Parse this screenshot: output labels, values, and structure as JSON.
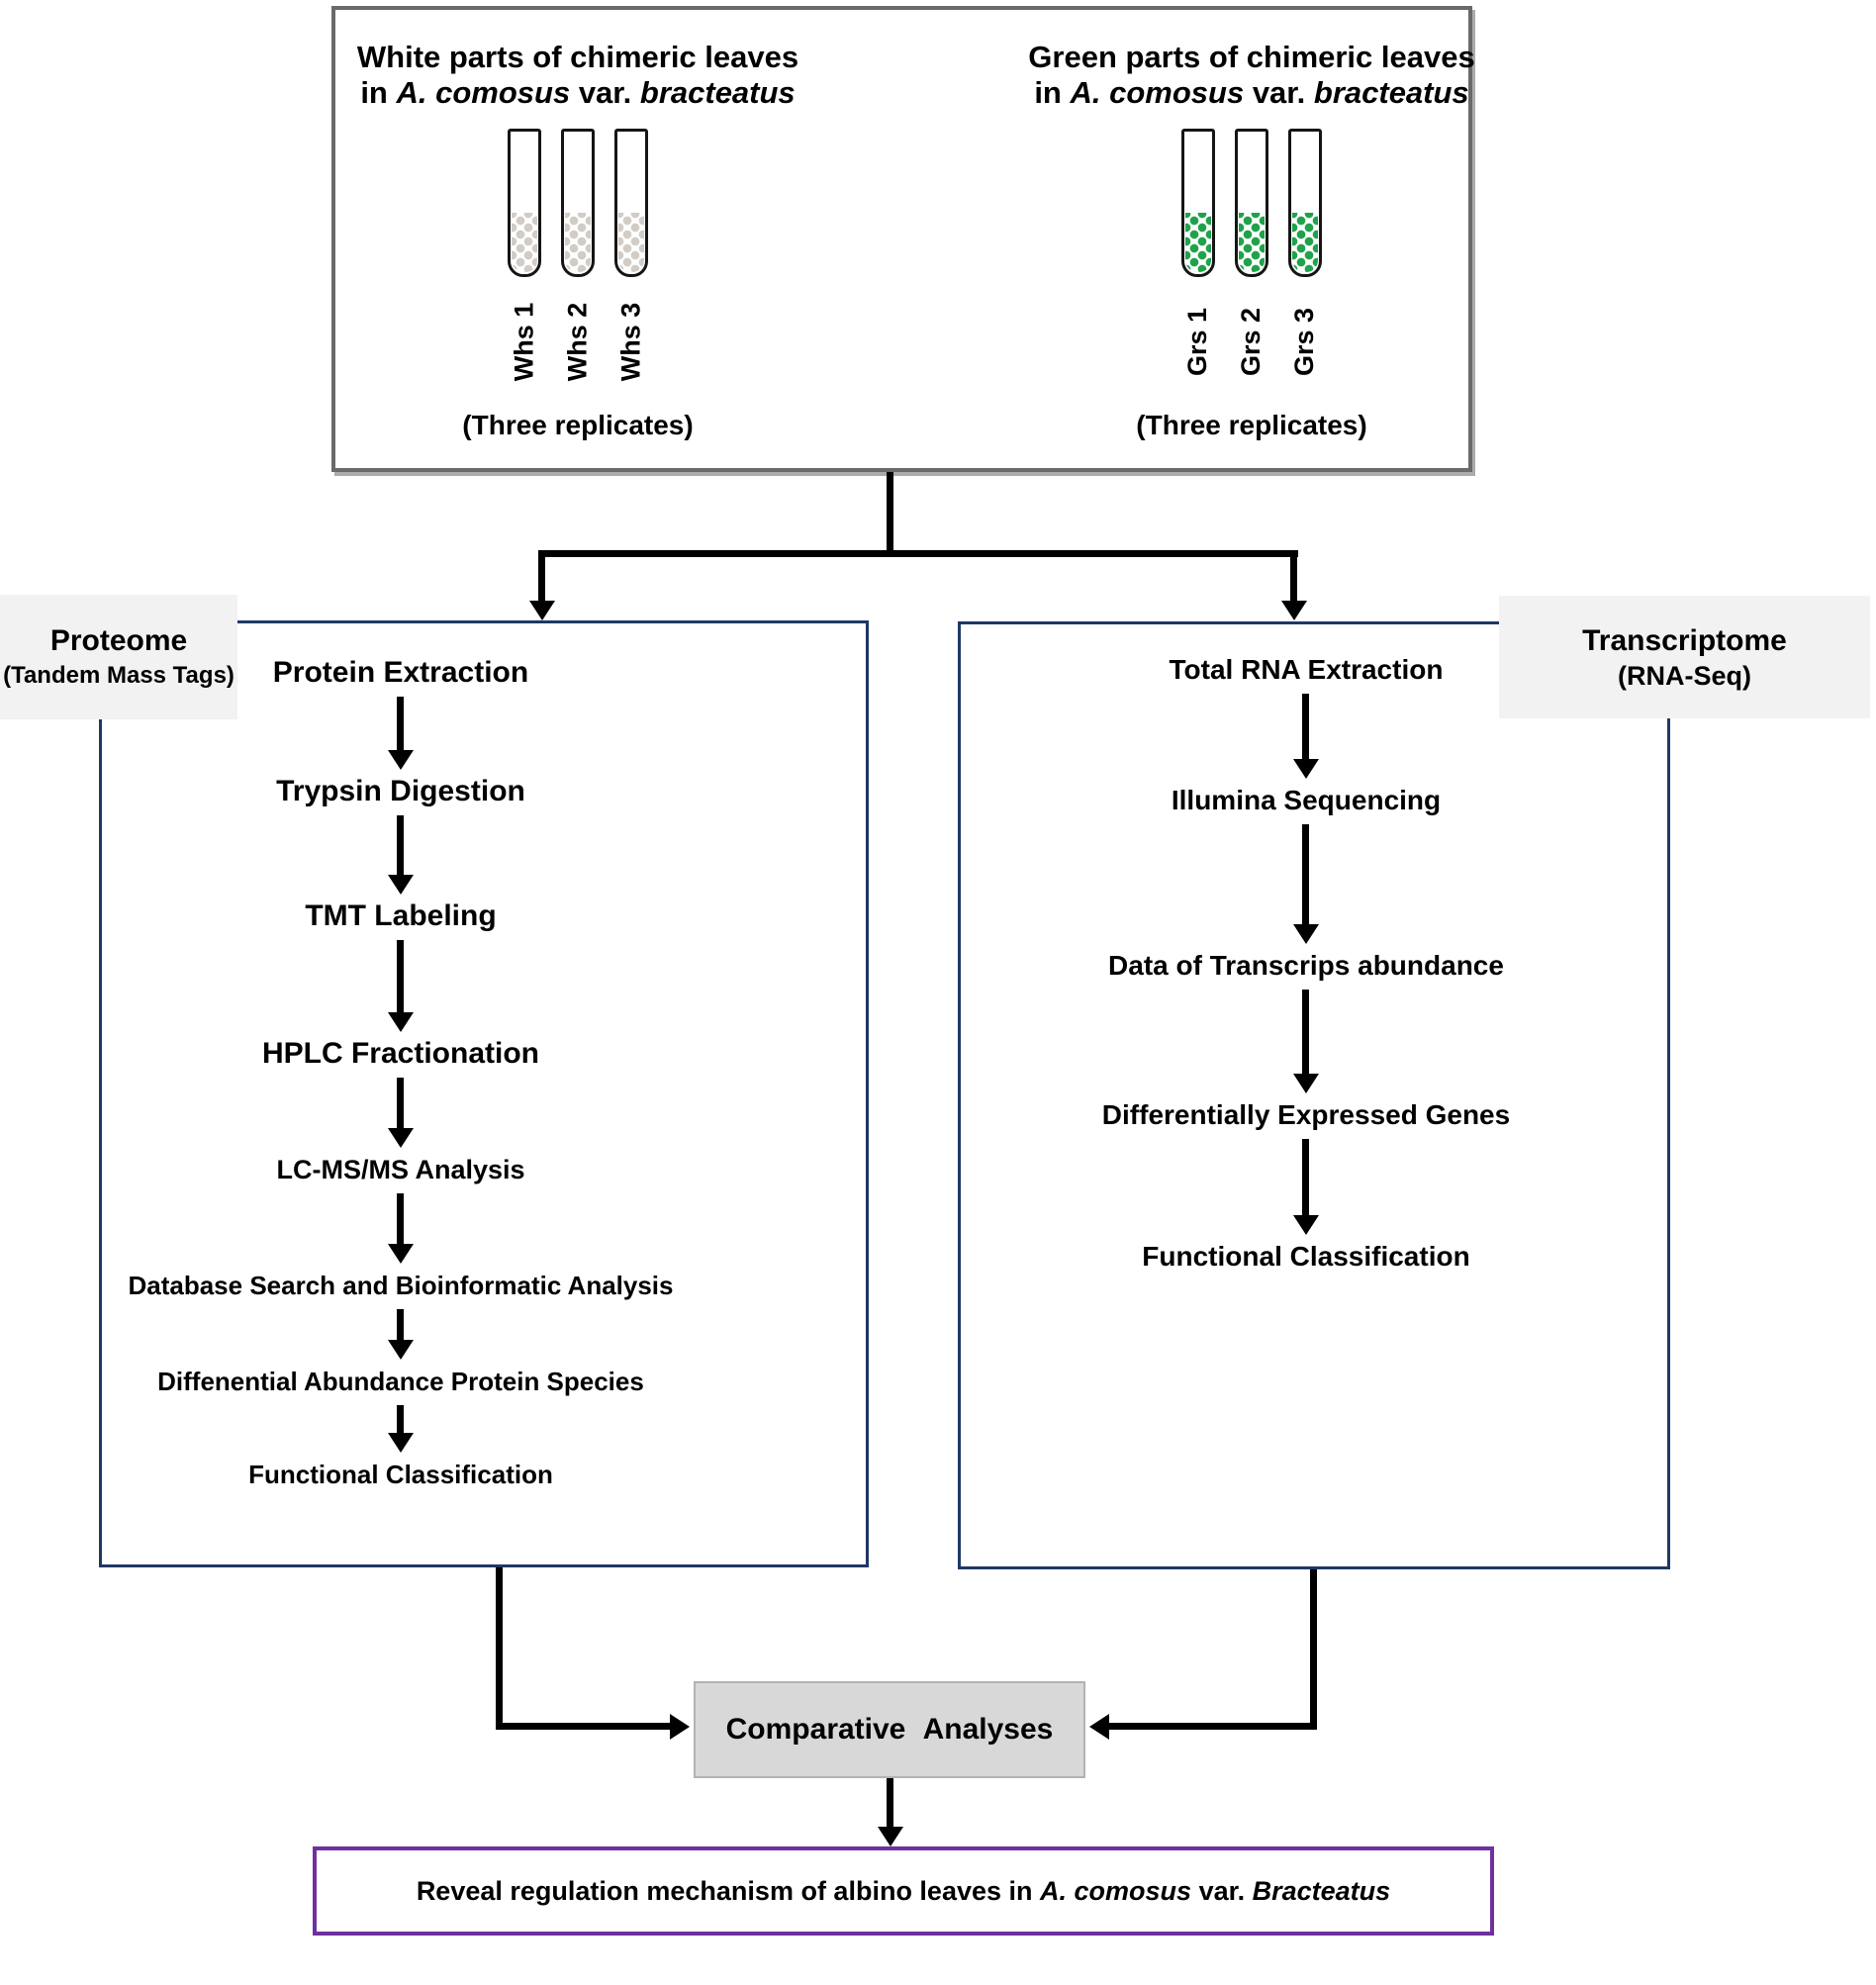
{
  "colors": {
    "blue": "#1f3864",
    "purple": "#7030a0",
    "top_border": "#6a6a6a",
    "label_bg": "#f2f2f2",
    "comp_bg": "#d8d8d8",
    "white_dots": "#d2ccc6",
    "green_dots": "#1fa24a",
    "arrow": "#000000"
  },
  "top_box": {
    "left_group": {
      "title_line1": "White parts of chimeric leaves",
      "title_line2": {
        "prefix": "in ",
        "species": "A. comosus",
        "mid": " var. ",
        "variety": "bracteatus"
      },
      "samples": [
        "Whs 1",
        "Whs 2",
        "Whs 3"
      ],
      "note": "(Three replicates)"
    },
    "right_group": {
      "title_line1": "Green parts of chimeric leaves",
      "title_line2": {
        "prefix": "in ",
        "species": "A. comosus",
        "mid": " var. ",
        "variety": "bracteatus"
      },
      "samples": [
        "Grs 1",
        "Grs 2",
        "Grs 3"
      ],
      "note": "(Three replicates)"
    }
  },
  "proteome": {
    "label_title": "Proteome",
    "label_subtitle": "(Tandem Mass Tags)",
    "steps": [
      "Protein Extraction",
      "Trypsin Digestion",
      "TMT Labeling",
      "HPLC Fractionation",
      "LC-MS/MS Analysis",
      "Database Search and Bioinformatic Analysis",
      "Diffenential Abundance Protein Species",
      "Functional Classification"
    ]
  },
  "transcriptome": {
    "label_title": "Transcriptome",
    "label_subtitle": "(RNA-Seq)",
    "steps": [
      "Total RNA Extraction",
      "Illumina Sequencing",
      "Data of Transcrips abundance",
      "Differentially Expressed Genes",
      "Functional Classification"
    ]
  },
  "comparative": {
    "label": "Comparative  Analyses"
  },
  "final_box": {
    "prefix": "Reveal  regulation mechanism of albino leaves in ",
    "species": "A. comosus",
    "mid": " var. ",
    "variety": "Bracteatus"
  }
}
